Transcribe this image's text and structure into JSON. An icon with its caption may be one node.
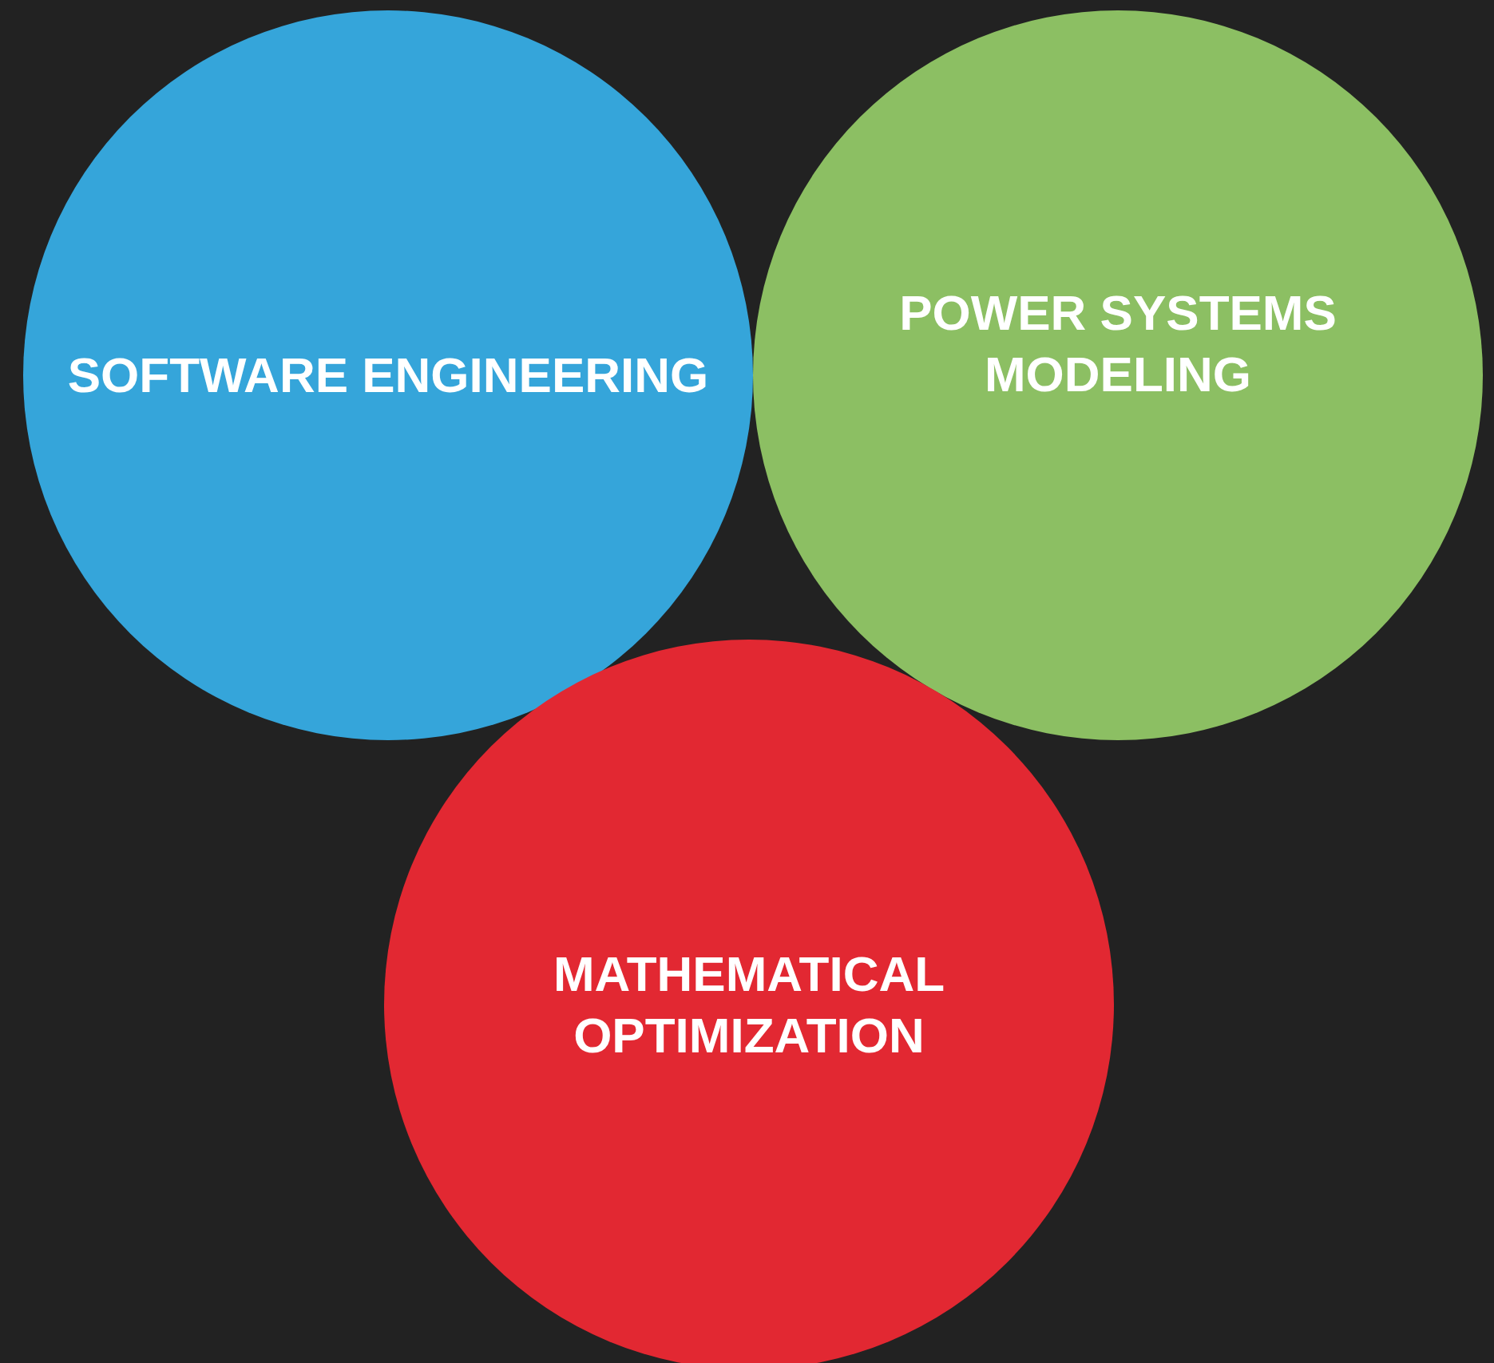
{
  "diagram": {
    "nodes": [
      {
        "text": [
          "SOFTWARE ENGINEERING"
        ]
      },
      {
        "text": [
          "POWER SYSTEMS MODELING"
        ]
      },
      {
        "text": [
          "MATHEMATICAL OPTIMIZATION"
        ]
      }
    ]
  }
}
